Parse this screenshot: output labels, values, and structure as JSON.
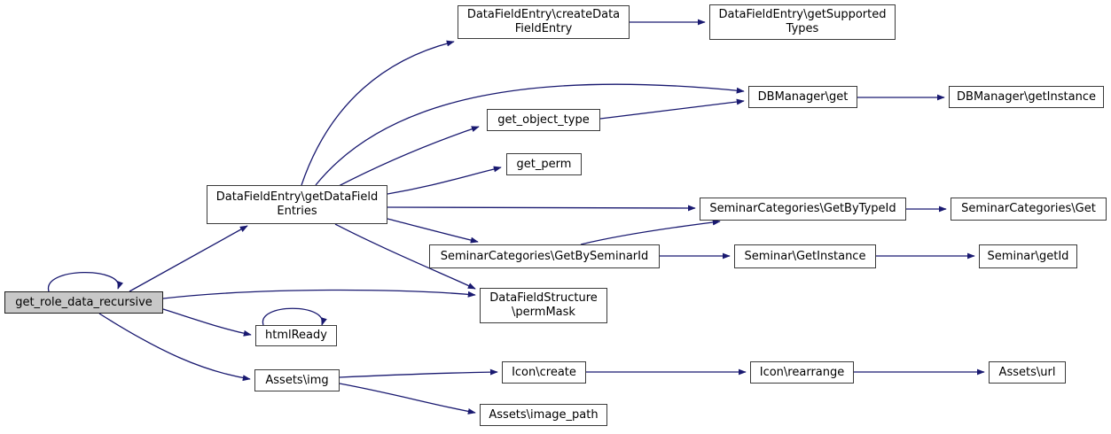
{
  "colors": {
    "edge": "#191970",
    "node_bg": "#ffffff",
    "node_border": "#3a3a3a",
    "highlight_bg": "#c8c8c8",
    "text": "#000000"
  },
  "nodes": {
    "create_data_field_entry": {
      "lines": [
        "DataFieldEntry\\createData",
        "FieldEntry"
      ]
    },
    "get_supported_types": {
      "lines": [
        "DataFieldEntry\\getSupported",
        "Types"
      ]
    },
    "db_get": {
      "lines": [
        "DBManager\\get"
      ]
    },
    "db_get_instance": {
      "lines": [
        "DBManager\\getInstance"
      ]
    },
    "get_object_type": {
      "lines": [
        "get_object_type"
      ]
    },
    "get_perm": {
      "lines": [
        "get_perm"
      ]
    },
    "get_data_field_entries": {
      "lines": [
        "DataFieldEntry\\getDataField",
        "Entries"
      ]
    },
    "get_by_type_id": {
      "lines": [
        "SeminarCategories\\GetByTypeId"
      ]
    },
    "sc_get": {
      "lines": [
        "SeminarCategories\\Get"
      ]
    },
    "get_by_seminar_id": {
      "lines": [
        "SeminarCategories\\GetBySeminarId"
      ]
    },
    "seminar_get_instance": {
      "lines": [
        "Seminar\\GetInstance"
      ]
    },
    "seminar_get_id": {
      "lines": [
        "Seminar\\getId"
      ]
    },
    "get_role_data_recursive": {
      "lines": [
        "get_role_data_recursive"
      ],
      "highlight": true
    },
    "perm_mask": {
      "lines": [
        "DataFieldStructure",
        "\\permMask"
      ]
    },
    "html_ready": {
      "lines": [
        "htmlReady"
      ]
    },
    "assets_img": {
      "lines": [
        "Assets\\img"
      ]
    },
    "icon_create": {
      "lines": [
        "Icon\\create"
      ]
    },
    "icon_rearrange": {
      "lines": [
        "Icon\\rearrange"
      ]
    },
    "assets_url": {
      "lines": [
        "Assets\\url"
      ]
    },
    "assets_image_path": {
      "lines": [
        "Assets\\image_path"
      ]
    }
  }
}
